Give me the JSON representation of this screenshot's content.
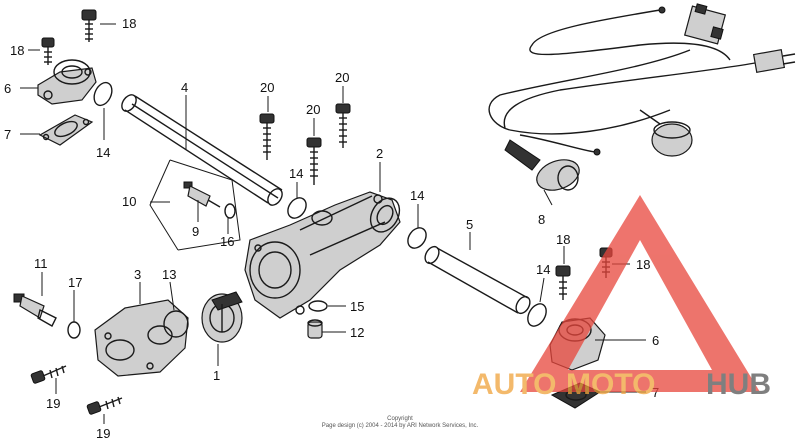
{
  "callouts": {
    "c1": "1",
    "c2": "2",
    "c3": "3",
    "c4": "4",
    "c5": "5",
    "c6a": "6",
    "c6b": "6",
    "c7a": "7",
    "c7b": "7",
    "c8": "8",
    "c9": "9",
    "c10": "10",
    "c11": "11",
    "c12": "12",
    "c13": "13",
    "c14a": "14",
    "c14b": "14",
    "c14c": "14",
    "c14d": "14",
    "c15": "15",
    "c16": "16",
    "c17": "17",
    "c18a": "18",
    "c18b": "18",
    "c18c": "18",
    "c18d": "18",
    "c19a": "19",
    "c19b": "19",
    "c20a": "20",
    "c20b": "20",
    "c20c": "20"
  },
  "copyright": {
    "line1": "Copyright",
    "line2": "Page design (c) 2004 - 2014 by ARI Network Services, Inc."
  },
  "watermark": {
    "part1": "AUTO",
    "part2": "MOTO",
    "part3": "HUB",
    "color_red": "#e8463c",
    "color_orange": "#f0a23a",
    "color_grey": "#555555"
  }
}
